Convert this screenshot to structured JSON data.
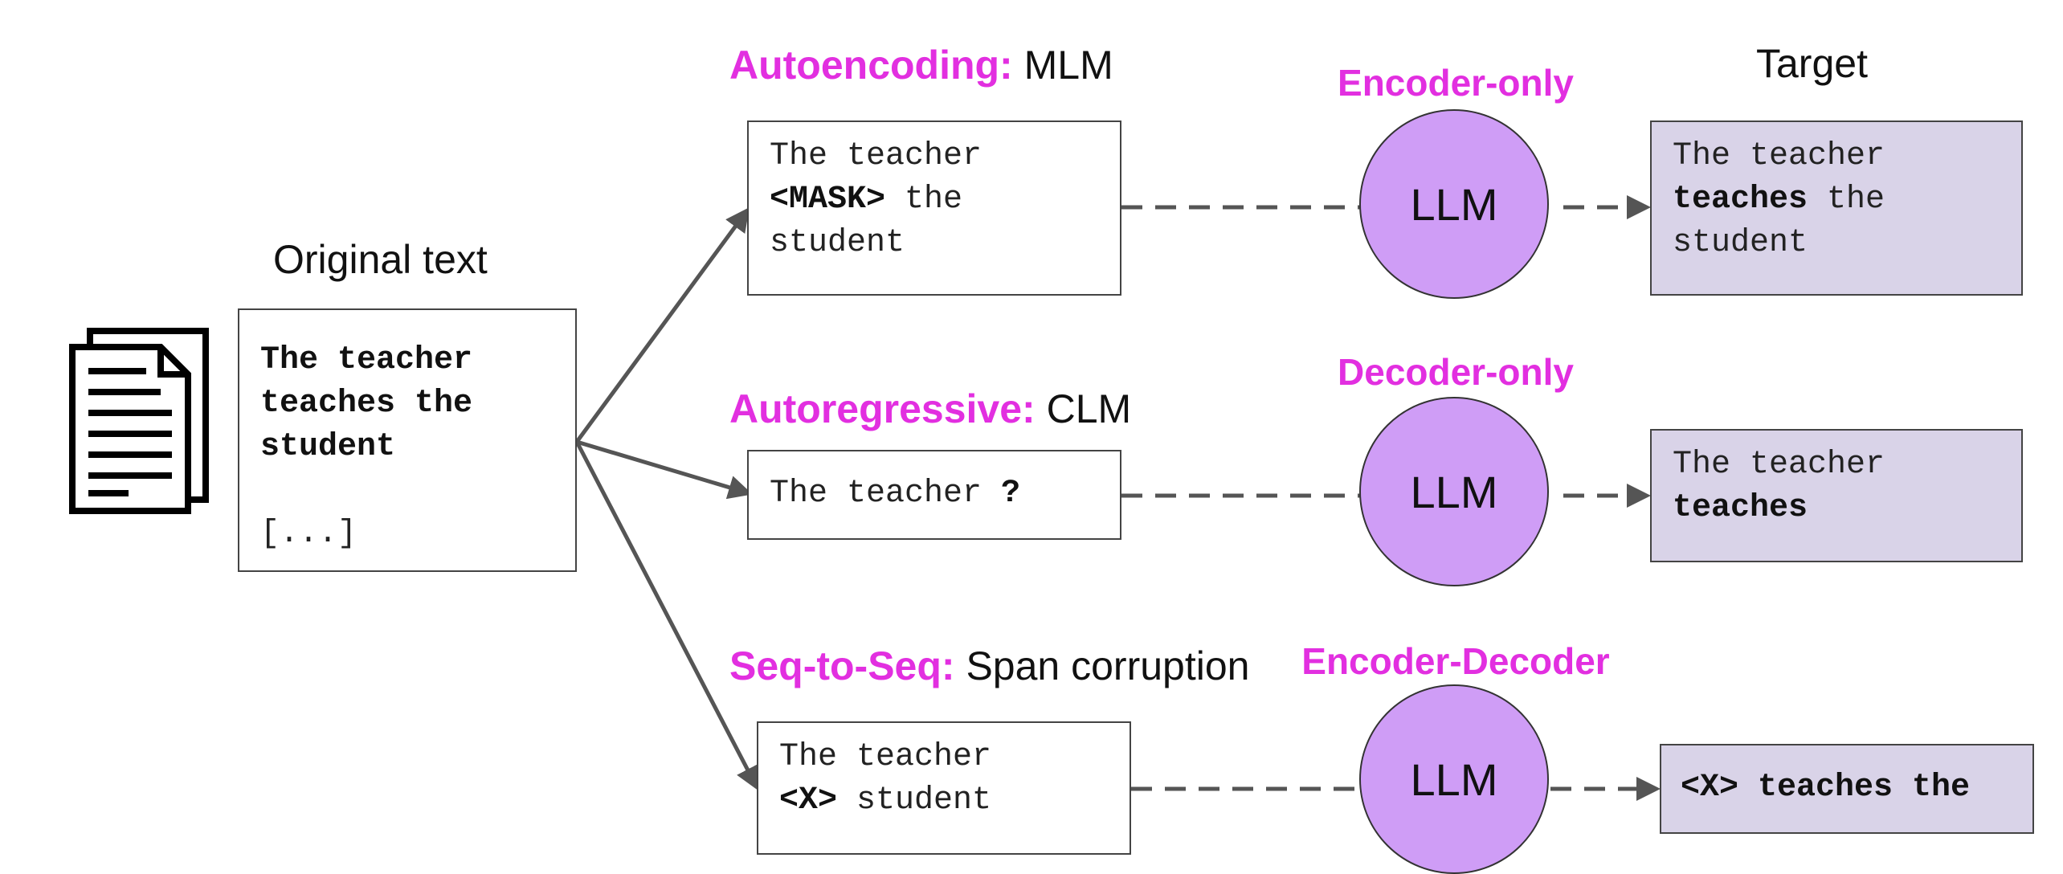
{
  "original": {
    "title": "Original text",
    "line1": "The teacher",
    "line2": "teaches the",
    "line3": "student",
    "ellipsis": "[...]",
    "doc_icon": "document-stack-icon"
  },
  "rows": [
    {
      "objective": "Autoencoding:",
      "task": "MLM",
      "architecture": "Encoder-only",
      "model": "LLM",
      "input": {
        "pre": "The teacher",
        "token": "<MASK>",
        "post": " the",
        "post2": "student"
      },
      "target": {
        "pre": "The teacher",
        "bold": "teaches",
        "post": " the",
        "post2": "student"
      }
    },
    {
      "objective": "Autoregressive:",
      "task": "CLM",
      "architecture": "Decoder-only",
      "model": "LLM",
      "input": {
        "pre": "The teacher ",
        "token": "?"
      },
      "target": {
        "pre": "The teacher",
        "bold": "teaches"
      }
    },
    {
      "objective": "Seq-to-Seq:",
      "task": "Span corruption",
      "architecture": "Encoder-Decoder",
      "model": "LLM",
      "input": {
        "pre": "The teacher",
        "token": "<X>",
        "post": " student"
      },
      "target": {
        "bold": "<X> teaches the"
      }
    }
  ],
  "target_title": "Target",
  "colors": {
    "accent": "#e22fe0",
    "llm_fill": "#cf9df6",
    "target_fill": "#d9d3e8",
    "arrow": "#555555"
  }
}
